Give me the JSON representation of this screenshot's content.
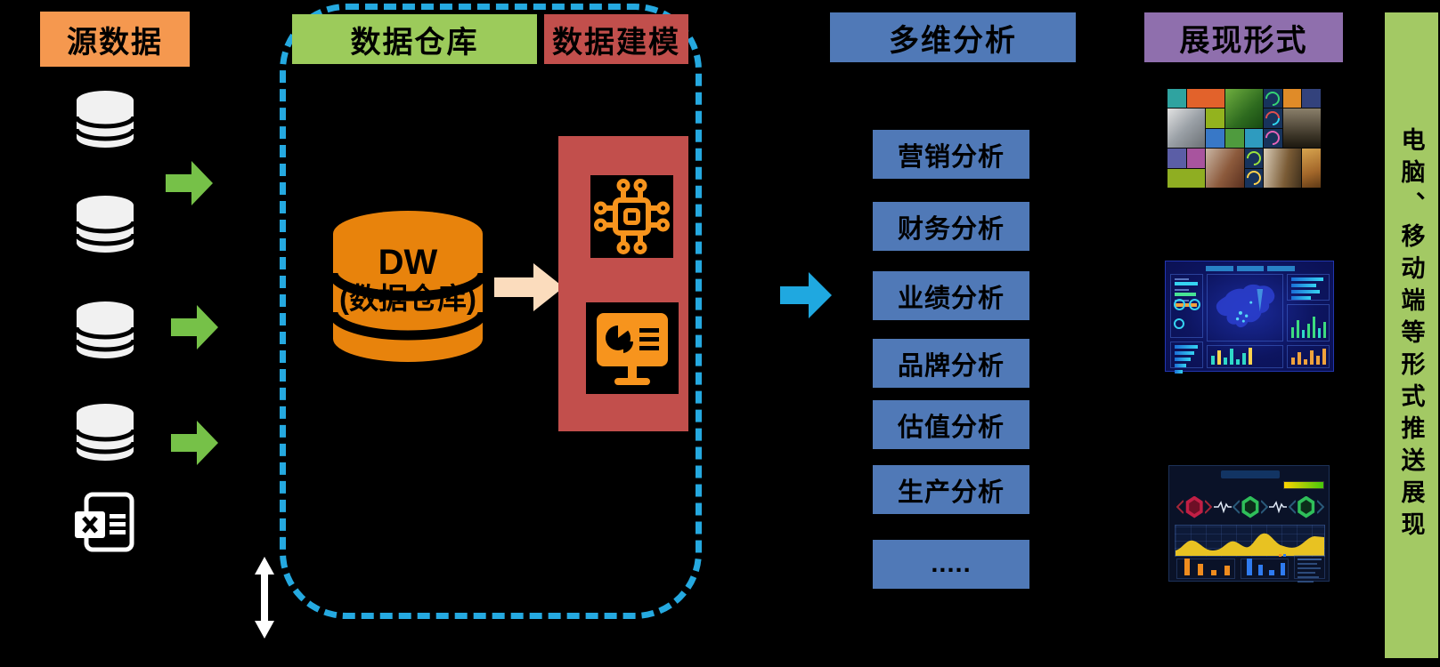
{
  "source": {
    "header": "源数据"
  },
  "warehouse": {
    "header": "数据仓库",
    "dw_label_1": "DW",
    "dw_label_2": "(数据仓库)"
  },
  "modeling": {
    "header": "数据建模"
  },
  "analysis": {
    "header": "多维分析",
    "items": [
      "营销分析",
      "财务分析",
      "业绩分析",
      "品牌分析",
      "估值分析",
      "生产分析",
      "....."
    ]
  },
  "presentation": {
    "header": "展现形式"
  },
  "push_bar": {
    "text": "电脑、移动端等形式推送展现"
  },
  "icons": {
    "source_databases": "database-cylinder-icon",
    "source_file": "excel-file-icon",
    "warehouse": "dw-database-cylinder-icon",
    "modeling_top": "cpu-chip-icon",
    "modeling_bottom": "monitor-pie-chart-icon",
    "flow_left": "green-right-arrow-icon",
    "flow_dw_to_model": "peach-right-arrow-icon",
    "flow_to_analysis": "cyan-right-arrow-icon",
    "feedback": "white-up-down-arrow-icon",
    "presentation_images": [
      "metro-tiles-dashboard-image",
      "china-map-dashboard-image",
      "dark-monitoring-dashboard-image"
    ]
  },
  "colors": {
    "background": "#000000",
    "source_header": "#F5984F",
    "warehouse_header": "#9CCB5B",
    "modeling_header": "#C24F4C",
    "analysis_blue": "#5079B7",
    "presentation_purple": "#8F6FAD",
    "push_bar_green": "#A3C964",
    "dashed_border_cyan": "#25A9E0",
    "arrow_green": "#76C148",
    "arrow_cyan": "#1FA8E0",
    "arrow_peach": "#FBDCBD",
    "dw_cylinder_orange": "#E8830C",
    "icon_orange": "#F7941D"
  }
}
